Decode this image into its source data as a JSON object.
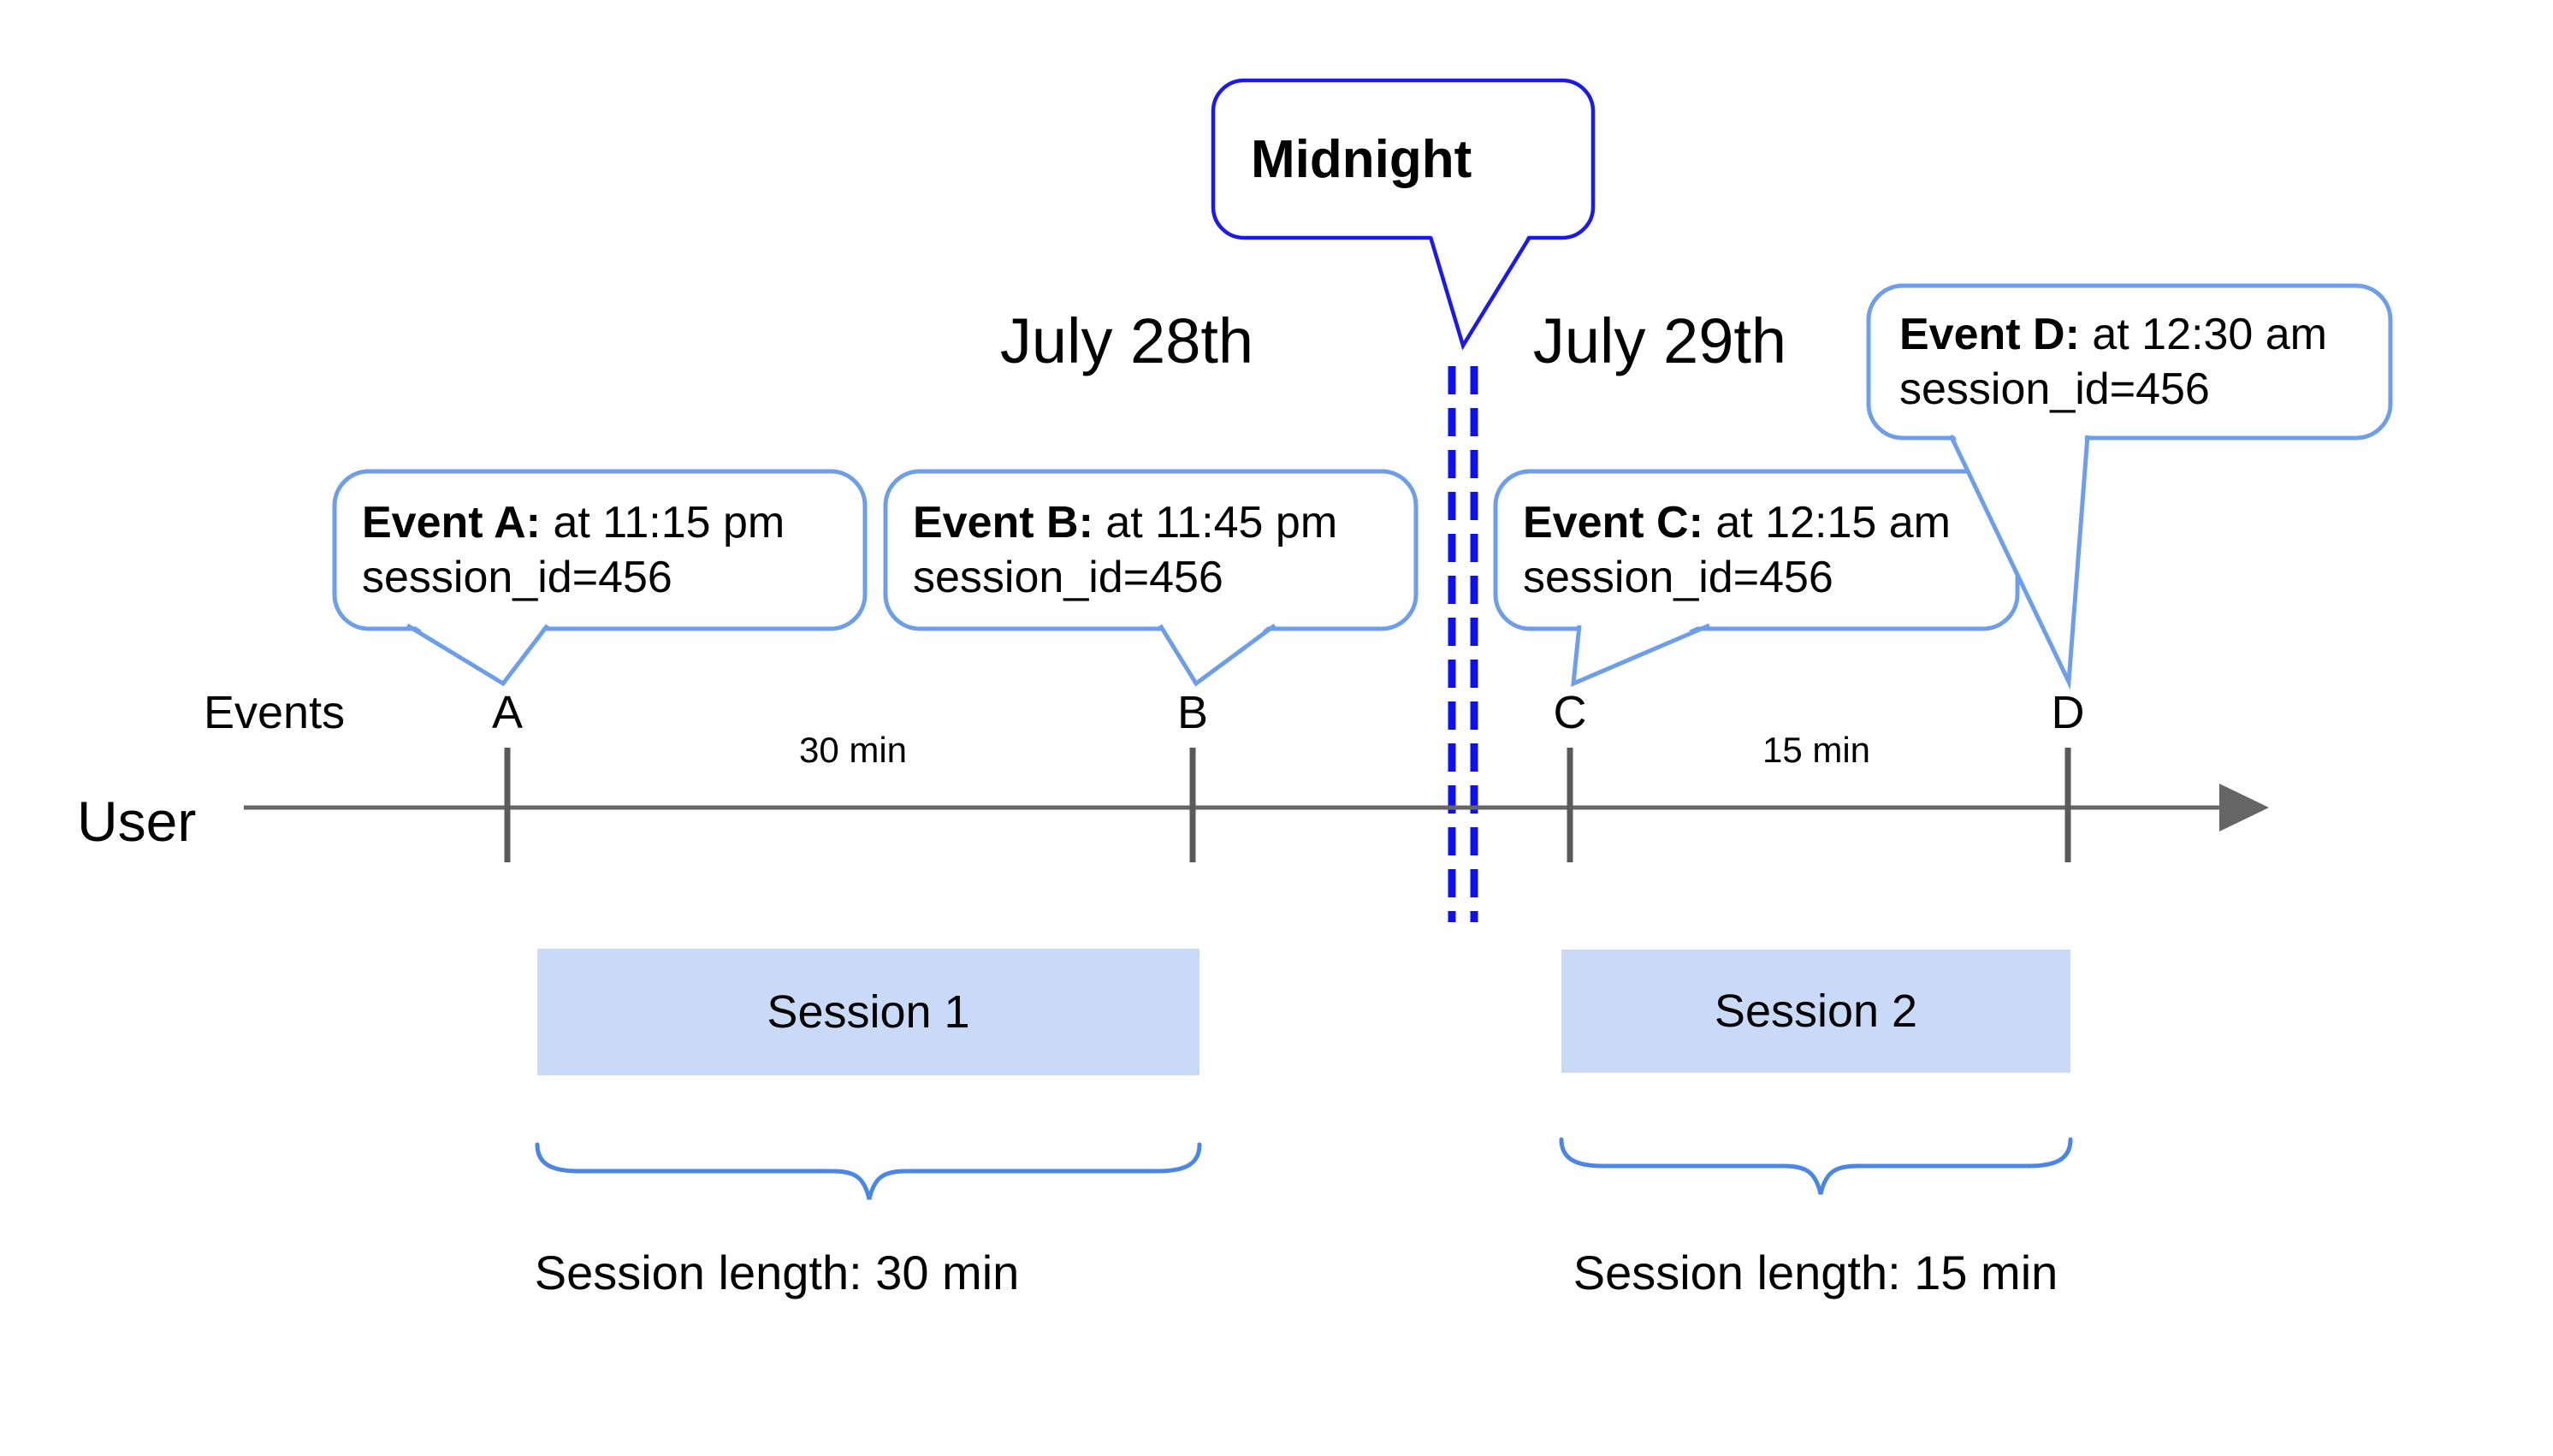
{
  "colors": {
    "midnight_border": "#1a1aee",
    "dashed_line": "#0d11f0",
    "event_bubble_border": "#6d9eeb",
    "brace": "#4a86e8",
    "session_fill": "#c9daf8",
    "timeline": "#666666",
    "tick": "#595959",
    "text": "#000000"
  },
  "dates": {
    "left": "July 28th",
    "right": "July 29th"
  },
  "midnight": {
    "label": "Midnight"
  },
  "event_callouts": [
    {
      "title": "Event A:",
      "detail": " at 11:15 pm",
      "line2": "session_id=456"
    },
    {
      "title": "Event B:",
      "detail": " at 11:45 pm",
      "line2": "session_id=456"
    },
    {
      "title": "Event C:",
      "detail": " at 12:15 am",
      "line2": "session_id=456"
    },
    {
      "title": "Event D:",
      "detail": " at 12:30 am",
      "line2": "session_id=456"
    }
  ],
  "timeline": {
    "events_label": "Events",
    "axis_label": "User",
    "ticks": [
      {
        "label": "A"
      },
      {
        "label": "B"
      },
      {
        "label": "C"
      },
      {
        "label": "D"
      }
    ],
    "intervals": [
      {
        "label": "30 min"
      },
      {
        "label": "15 min"
      }
    ]
  },
  "sessions": [
    {
      "label": "Session 1",
      "length_label": "Session length: 30 min"
    },
    {
      "label": "Session 2",
      "length_label": "Session length: 15 min"
    }
  ]
}
